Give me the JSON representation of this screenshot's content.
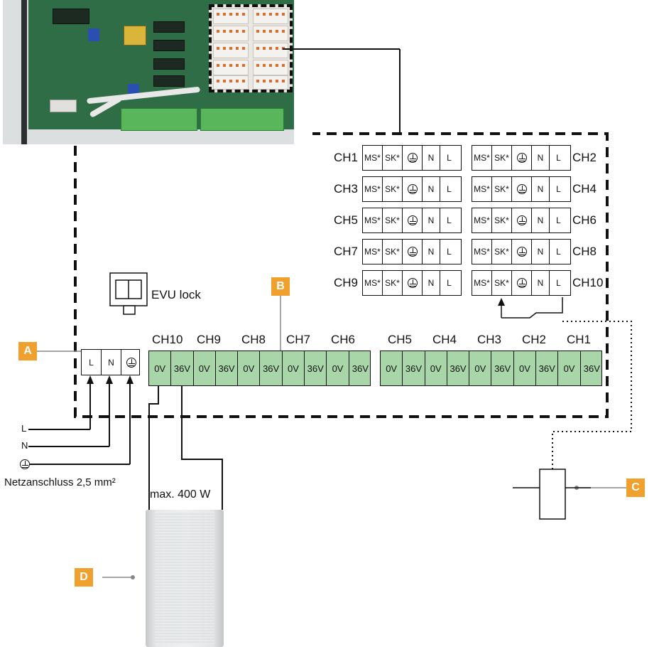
{
  "photo": {
    "description_icon": "circuit-board-photo"
  },
  "relay_blocks": {
    "cell_labels": [
      "MS*",
      "SK*",
      "",
      "N",
      "L"
    ],
    "left": [
      "CH1",
      "CH3",
      "CH5",
      "CH7",
      "CH9"
    ],
    "right": [
      "CH2",
      "CH4",
      "CH6",
      "CH8",
      "CH10"
    ]
  },
  "evu": {
    "label": "EVU lock"
  },
  "mains_terminal": {
    "cells": [
      "L",
      "N",
      ""
    ]
  },
  "channel_row_left": [
    "CH10",
    "CH9",
    "CH8",
    "CH7",
    "CH6"
  ],
  "channel_row_right": [
    "CH5",
    "CH4",
    "CH3",
    "CH2",
    "CH1"
  ],
  "terminal_cells": [
    "0V",
    "36V"
  ],
  "mains_inputs": {
    "l": "L",
    "n": "N",
    "caption": "Netzanschluss 2,5 mm²"
  },
  "heater": {
    "label": "max. 400 W"
  },
  "tags": {
    "a": "A",
    "b": "B",
    "c": "C",
    "d": "D"
  },
  "colors": {
    "tag": "#f0a02c",
    "terminal_green": "#a9d6a9"
  }
}
